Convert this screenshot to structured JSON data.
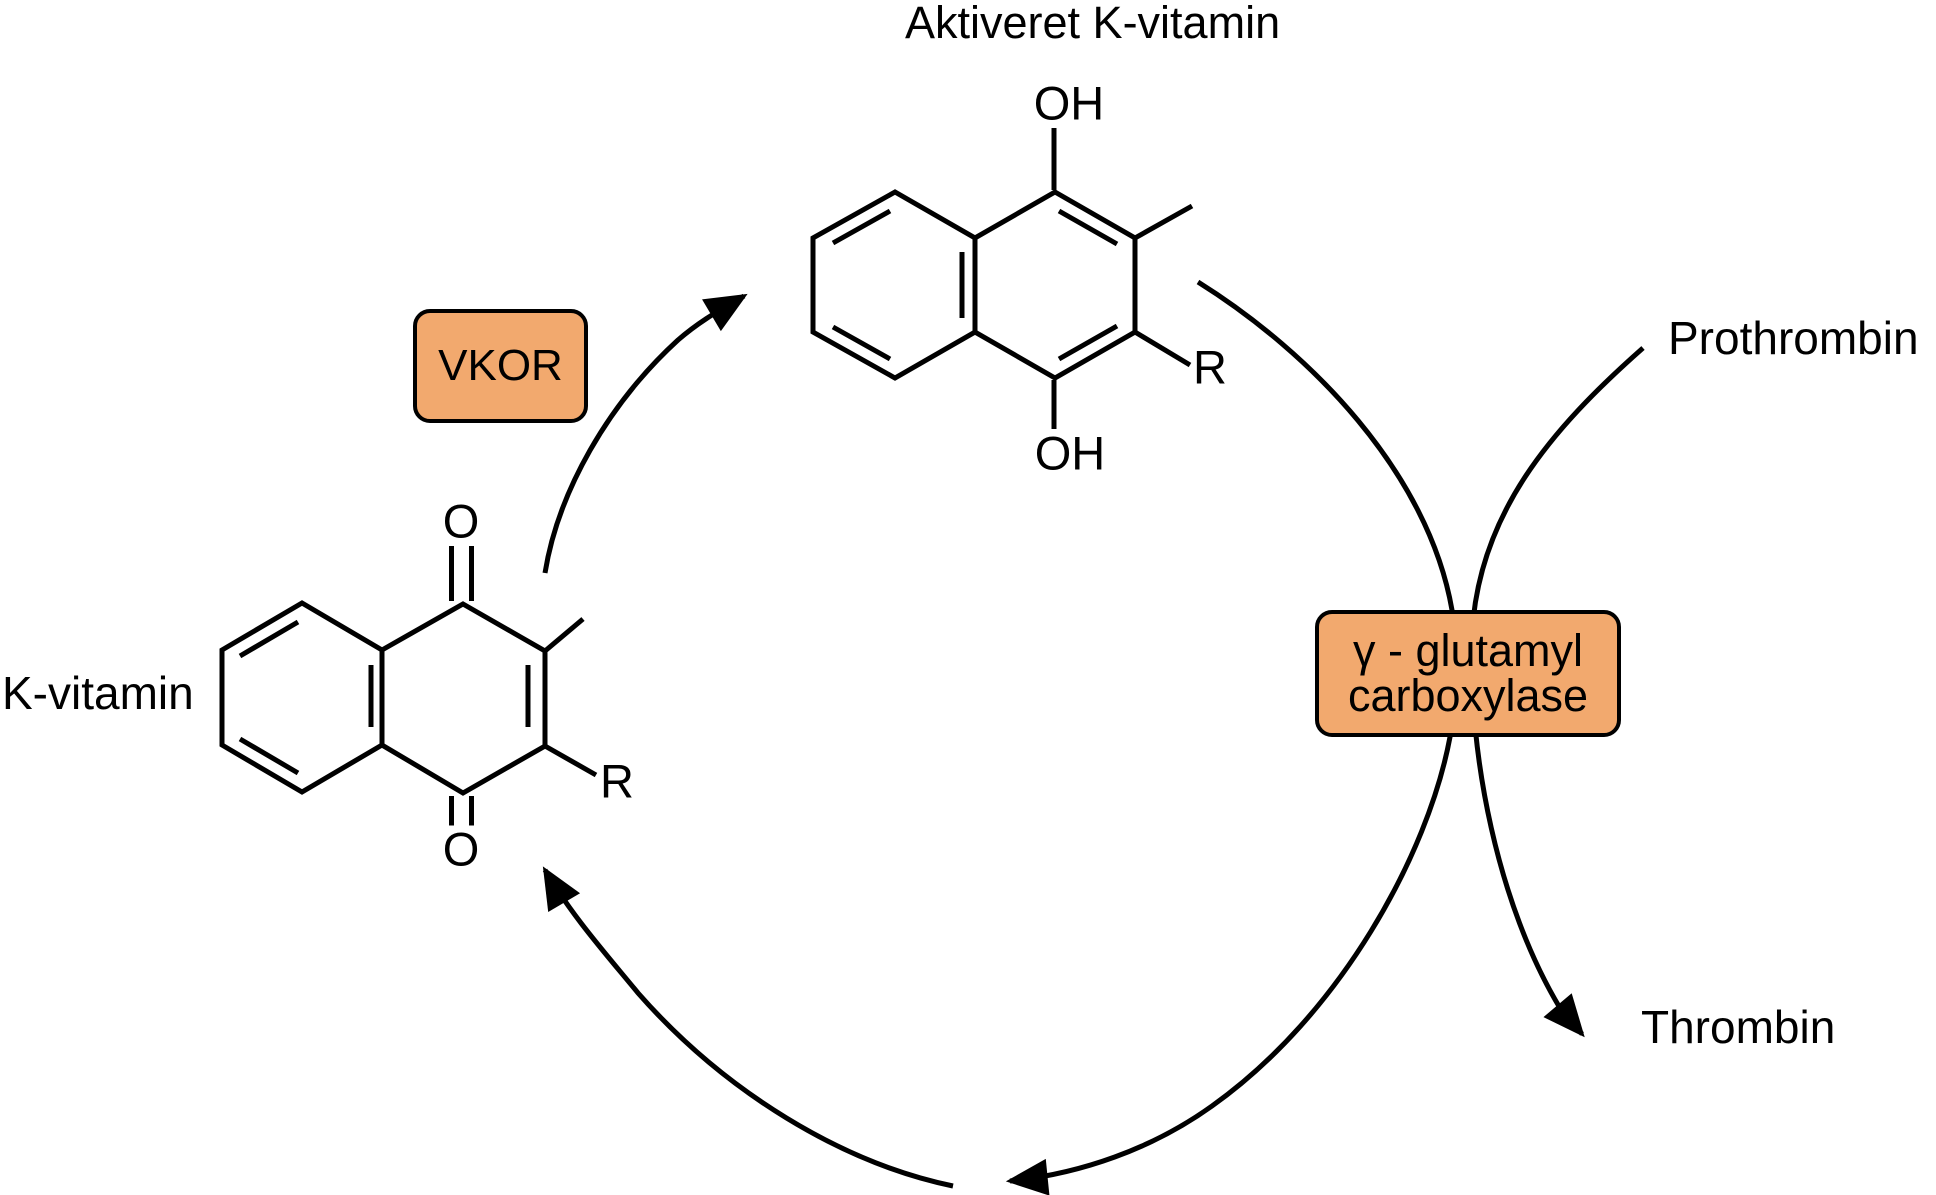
{
  "title": "Aktiveret K-vitamin",
  "molecules": {
    "k_vitamin": {
      "label": "K-vitamin",
      "o_top": "O",
      "o_bottom": "O",
      "r_group": "R"
    },
    "activated_k_vitamin": {
      "oh_top": "OH",
      "oh_bottom": "OH",
      "r_group": "R"
    }
  },
  "enzymes": {
    "vkor": {
      "label": "VKOR"
    },
    "gamma_glutamyl_carboxylase": {
      "label_line1": "γ - glutamyl",
      "label_line2": "carboxylase"
    }
  },
  "proteins": {
    "substrate": "Prothrombin",
    "product": "Thrombin"
  },
  "colors": {
    "enzyme_box_fill": "#F2A96E",
    "enzyme_box_border": "#000000",
    "line_color": "#000000",
    "background": "#FFFFFF"
  }
}
